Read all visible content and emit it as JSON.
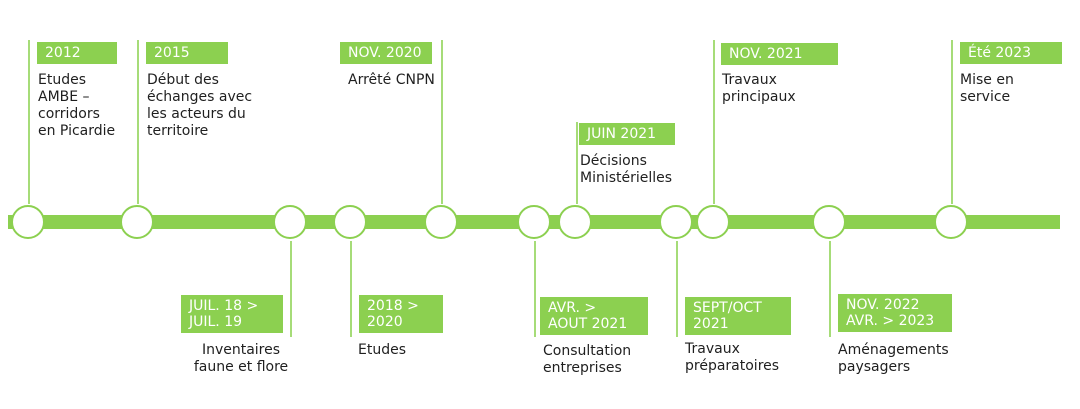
{
  "colors": {
    "accent": "#8cd050",
    "connector": "#a6dc78",
    "node_fill": "#ffffff",
    "text": "#1f1f1f",
    "tag_text": "#ffffff"
  },
  "milestones_above": [
    {
      "date": "2012",
      "text": "Etudes\nAMBE –\ncorridors\nen Picardie"
    },
    {
      "date": "2015",
      "text": "Début des\néchanges avec\nles acteurs du\nterritoire"
    },
    {
      "date": "NOV. 2020",
      "text": "Arrêté CNPN"
    },
    {
      "date": "JUIN 2021",
      "text": "Décisions\nMinistérielles"
    },
    {
      "date": "NOV. 2021",
      "text": "Travaux\nprincipaux"
    },
    {
      "date": "Été 2023",
      "text": "Mise en\nservice"
    }
  ],
  "milestones_below": [
    {
      "date": "JUIL. 18 >\nJUIL. 19",
      "text": "Inventaires\nfaune et flore"
    },
    {
      "date": "2018 >\n2020",
      "text": "Etudes"
    },
    {
      "date": "AVR. >\nAOUT 2021",
      "text": "Consultation\nentreprises"
    },
    {
      "date": "SEPT/OCT\n2021",
      "text": "Travaux\npréparatoires"
    },
    {
      "date": "NOV. 2022\nAVR. > 2023",
      "text": "Aménagements\npaysagers"
    }
  ]
}
